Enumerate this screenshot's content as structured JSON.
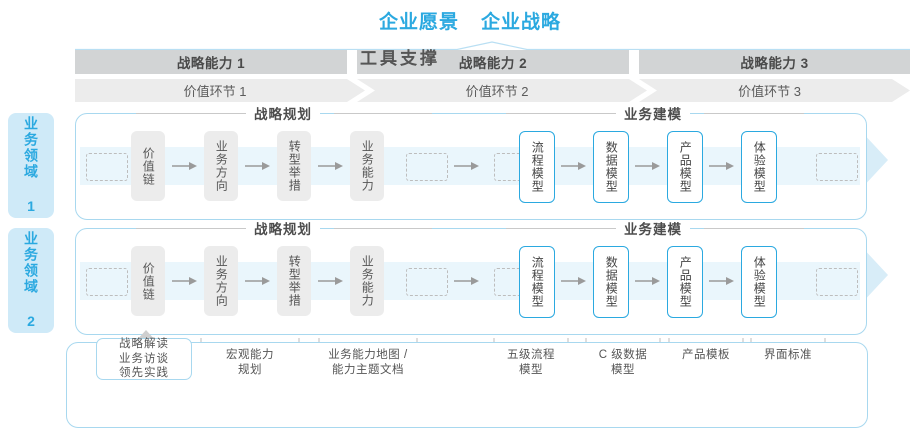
{
  "header": {
    "vision": "企业愿景",
    "strategy": "企业战略"
  },
  "capabilities": [
    {
      "label": "战略能力 1"
    },
    {
      "label": "战略能力 2"
    },
    {
      "label": "战略能力 3"
    }
  ],
  "value_links": [
    {
      "label": "价值环节 1"
    },
    {
      "label": "价值环节 2"
    },
    {
      "label": "价值环节 3"
    }
  ],
  "domains": [
    {
      "label": "业务领域 1"
    },
    {
      "label": "业务领域 2"
    }
  ],
  "sections": {
    "planning": "战略规划",
    "modeling": "业务建模"
  },
  "flow": {
    "planning_nodes": [
      {
        "label": "价值链"
      },
      {
        "label": "业务方向"
      },
      {
        "label": "转型举措"
      },
      {
        "label": "业务能力"
      }
    ],
    "modeling_nodes": [
      {
        "label": "流程模型"
      },
      {
        "label": "数据模型"
      },
      {
        "label": "产品模型"
      },
      {
        "label": "体验模型"
      }
    ]
  },
  "tools": {
    "title": "工具支撑",
    "box": {
      "line1": "战略解读",
      "line2": "业务访谈",
      "line3": "领先实践"
    },
    "labels": [
      {
        "text": "宏观能力\n规划"
      },
      {
        "text": "业务能力地图 /\n能力主题文档"
      },
      {
        "text": "五级流程\n模型"
      },
      {
        "text": "C 级数据\n模型"
      },
      {
        "text": "产品模板"
      },
      {
        "text": "界面标准"
      }
    ]
  },
  "colors": {
    "accent": "#2BA9E0",
    "panel_border": "#a8d8ef",
    "cap_bar": "#d2d4d5",
    "value_bar": "#ececec",
    "node_grey": "#ececec",
    "band": "#eaf6fc",
    "band_arrow": "#d8edf8",
    "tab_bg": "#cfeaf8"
  }
}
